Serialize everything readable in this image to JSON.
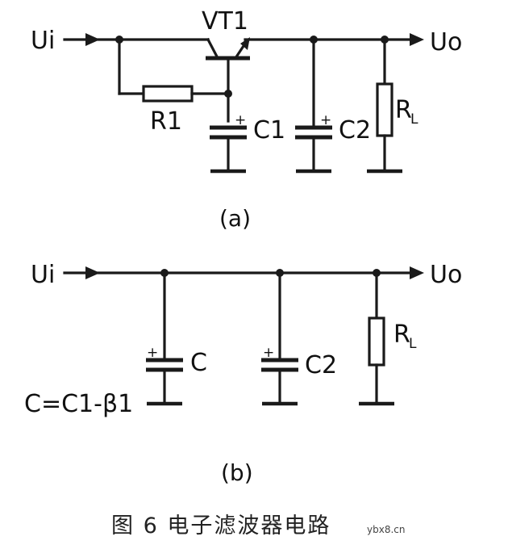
{
  "circuit_a": {
    "input_label": "Ui",
    "output_label": "Uo",
    "transistor_label": "VT1",
    "resistor_label": "R1",
    "capacitor1_label": "C1",
    "capacitor2_label": "C2",
    "load_label": "R",
    "load_subscript": "L",
    "polarity": "+",
    "caption": "(a)"
  },
  "circuit_b": {
    "input_label": "Ui",
    "output_label": "Uo",
    "capacitor_label": "C",
    "capacitor2_label": "C2",
    "load_label": "R",
    "load_subscript": "L",
    "polarity": "+",
    "formula": "C=C1-β1",
    "caption": "(b)"
  },
  "figure_title": "图 6  电子滤波器电路",
  "watermark": "ybx8.cn"
}
